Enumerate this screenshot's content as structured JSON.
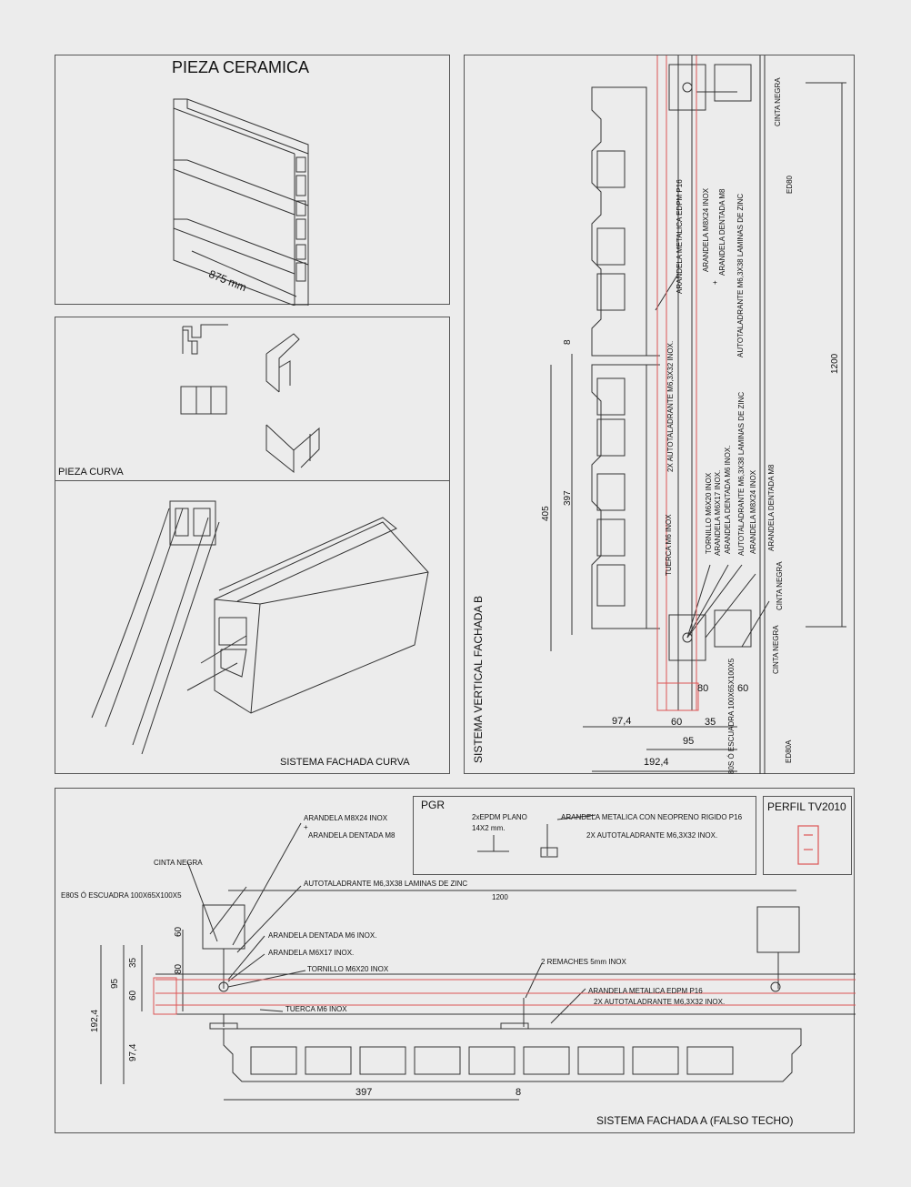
{
  "ceramic": {
    "title": "PIEZA CERAMICA",
    "length": "875 mm"
  },
  "curve_piece": {
    "label": "PIEZA CURVA"
  },
  "curved_system": {
    "label": "SISTEMA FACHADA  CURVA"
  },
  "vertical_b": {
    "title": "SISTEMA VERTICAL FACHADA B",
    "labels": {
      "cinta_negra_top": "CINTA NEGRA",
      "ed80": "ED80",
      "arandela_metalica": "ARANDELA METALICA EDPM P16",
      "arandela_m8x24": "ARANDELA M8X24 INOX",
      "plus1": "+",
      "arandela_dentada_m8_top": "ARANDELA DENTADA M8",
      "autotaladrante_m6_top": "AUTOTALADRANTE M6,3X38 LAMINAS DE ZINC",
      "autotaladrante_2x": "2X AUTOTALADRANTE M6,3X32 INOX.",
      "tuerca": "TUERCA M6 INOX",
      "tornillo": "TORNILLO M6X20 INOX",
      "arandela_m6x17": "ARANDELA M6X17 INOX.",
      "arandela_dentada_m6": "ARANDELA DENTADA M6 INOX.",
      "autotaladrante_m6_mid": "AUTOTALADRANTE M6,3X38 LAMINAS DE ZINC",
      "arandela_m8x24_mid": "ARANDELA M8X24 INOX",
      "arandela_dentada_m8_mid": "ARANDELA DENTADA M8",
      "cinta_negra_mid": "CINTA NEGRA",
      "cinta_negra_low": "CINTA NEGRA",
      "escuadra": "80S Ó ESCUADRA 100X65X100X5",
      "ed80a": "ED80A"
    },
    "dims": {
      "d8": "8",
      "d397": "397",
      "d405": "405",
      "d1200": "1200",
      "d80": "80",
      "d60a": "60",
      "d97_4": "97,4",
      "d60b": "60",
      "d35": "35",
      "d95": "95",
      "d192_4": "192,4"
    }
  },
  "fachada_a": {
    "title": "SISTEMA FACHADA A (FALSO TECHO)",
    "labels": {
      "arandela_m8x24": "ARANDELA M8X24 INOX",
      "plus": "+",
      "arandela_dentada_m8": "ARANDELA DENTADA M8",
      "cinta_negra": "CINTA NEGRA",
      "autotaladrante_zinc": "AUTOTALADRANTE M6,3X38 LAMINAS DE ZINC",
      "escuadra": "E80S Ó ESCUADRA 100X65X100X5",
      "arandela_dentada_m6": "ARANDELA DENTADA M6 INOX.",
      "arandela_m6x17": "ARANDELA M6X17 INOX.",
      "tornillo": "TORNILLO M6X20 INOX",
      "tuerca": "TUERCA M6 INOX",
      "remaches": "2 REMACHES 5mm INOX",
      "arandela_metalica": "ARANDELA METALICA EDPM P16",
      "autotaladrante_2x": "2X AUTOTALADRANTE M6,3X32 INOX."
    },
    "dims": {
      "d1200": "1200",
      "d60": "60",
      "d80": "80",
      "d35": "35",
      "d95": "95",
      "d60b": "60",
      "d192_4": "192,4",
      "d97_4": "97,4",
      "d397": "397",
      "d8": "8"
    }
  },
  "pgr": {
    "title": "PGR",
    "epdm": "2xEPDM PLANO",
    "epdm_size": "14X2 mm.",
    "arandela": "ARANDELA METALICA CON NEOPRENO RIGIDO P16",
    "autotaladrante": "2X AUTOTALADRANTE M6,3X32 INOX."
  },
  "perfil": {
    "title": "PERFIL TV2010"
  }
}
